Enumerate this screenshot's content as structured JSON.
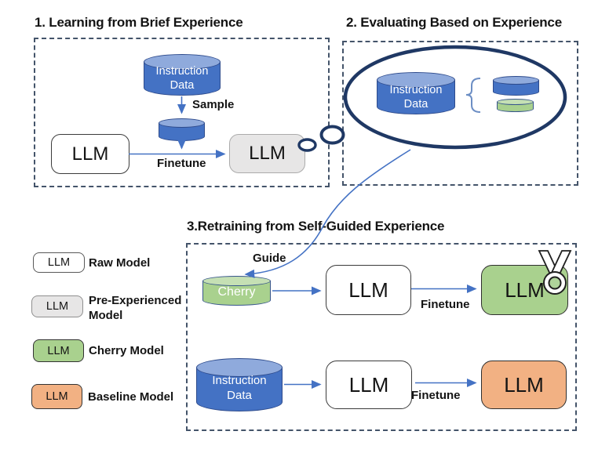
{
  "colors": {
    "cylinder_blue_fill": "#4472C4",
    "cylinder_blue_top": "#8FAADC",
    "cylinder_stroke": "#2E4B8C",
    "green_fill": "#A9D18E",
    "green_top": "#C5E0B4",
    "orange_fill": "#F2B183",
    "gray_fill": "#E7E6E6",
    "bubble_navy": "#1F3864",
    "arrow_blue": "#4472C4",
    "dashed_border": "#44546A"
  },
  "panel1": {
    "title": "1. Learning from Brief Experience",
    "instruction_cylinder_label": "Instruction Data",
    "sample_label": "Sample",
    "raw_llm_label": "LLM",
    "finetune_label": "Finetune",
    "pre_llm_label": "LLM"
  },
  "panel2": {
    "title": "2. Evaluating Based on Experience",
    "instruction_cylinder_label": "Instruction Data",
    "brace_glyph": "{"
  },
  "panel3": {
    "title": "3.Retraining from Self-Guided Experience",
    "guide_label": "Guide",
    "cherry_cylinder_label": "Cherry",
    "row1": {
      "llm_label": "LLM",
      "finetune_label": "Finetune",
      "cherry_llm_label": "LLM"
    },
    "row2": {
      "cylinder_label": "Instruction Data",
      "llm_label": "LLM",
      "finetune_label": "Finetune",
      "baseline_llm_label": "LLM"
    }
  },
  "legend": {
    "items": [
      {
        "chip_label": "LLM",
        "label": "Raw Model"
      },
      {
        "chip_label": "LLM",
        "label": "Pre-Experienced Model"
      },
      {
        "chip_label": "LLM",
        "label": "Cherry Model"
      },
      {
        "chip_label": "LLM",
        "label": "Baseline Model"
      }
    ]
  }
}
